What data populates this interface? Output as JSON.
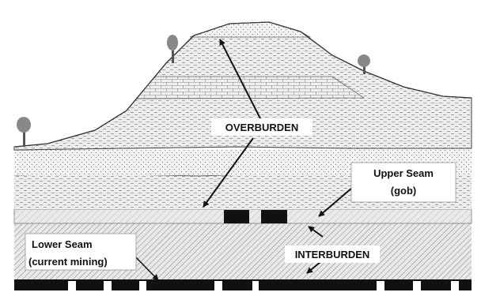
{
  "labels": {
    "overburden": "OVERBURDEN",
    "upper_seam_line1": "Upper Seam",
    "upper_seam_line2": "(gob)",
    "interburden": "INTERBURDEN",
    "lower_seam_line1": "Lower Seam",
    "lower_seam_line2": "(current mining)"
  },
  "colors": {
    "coal": "#111111",
    "outline": "#333333",
    "pillar_gap": "#ffffff"
  }
}
